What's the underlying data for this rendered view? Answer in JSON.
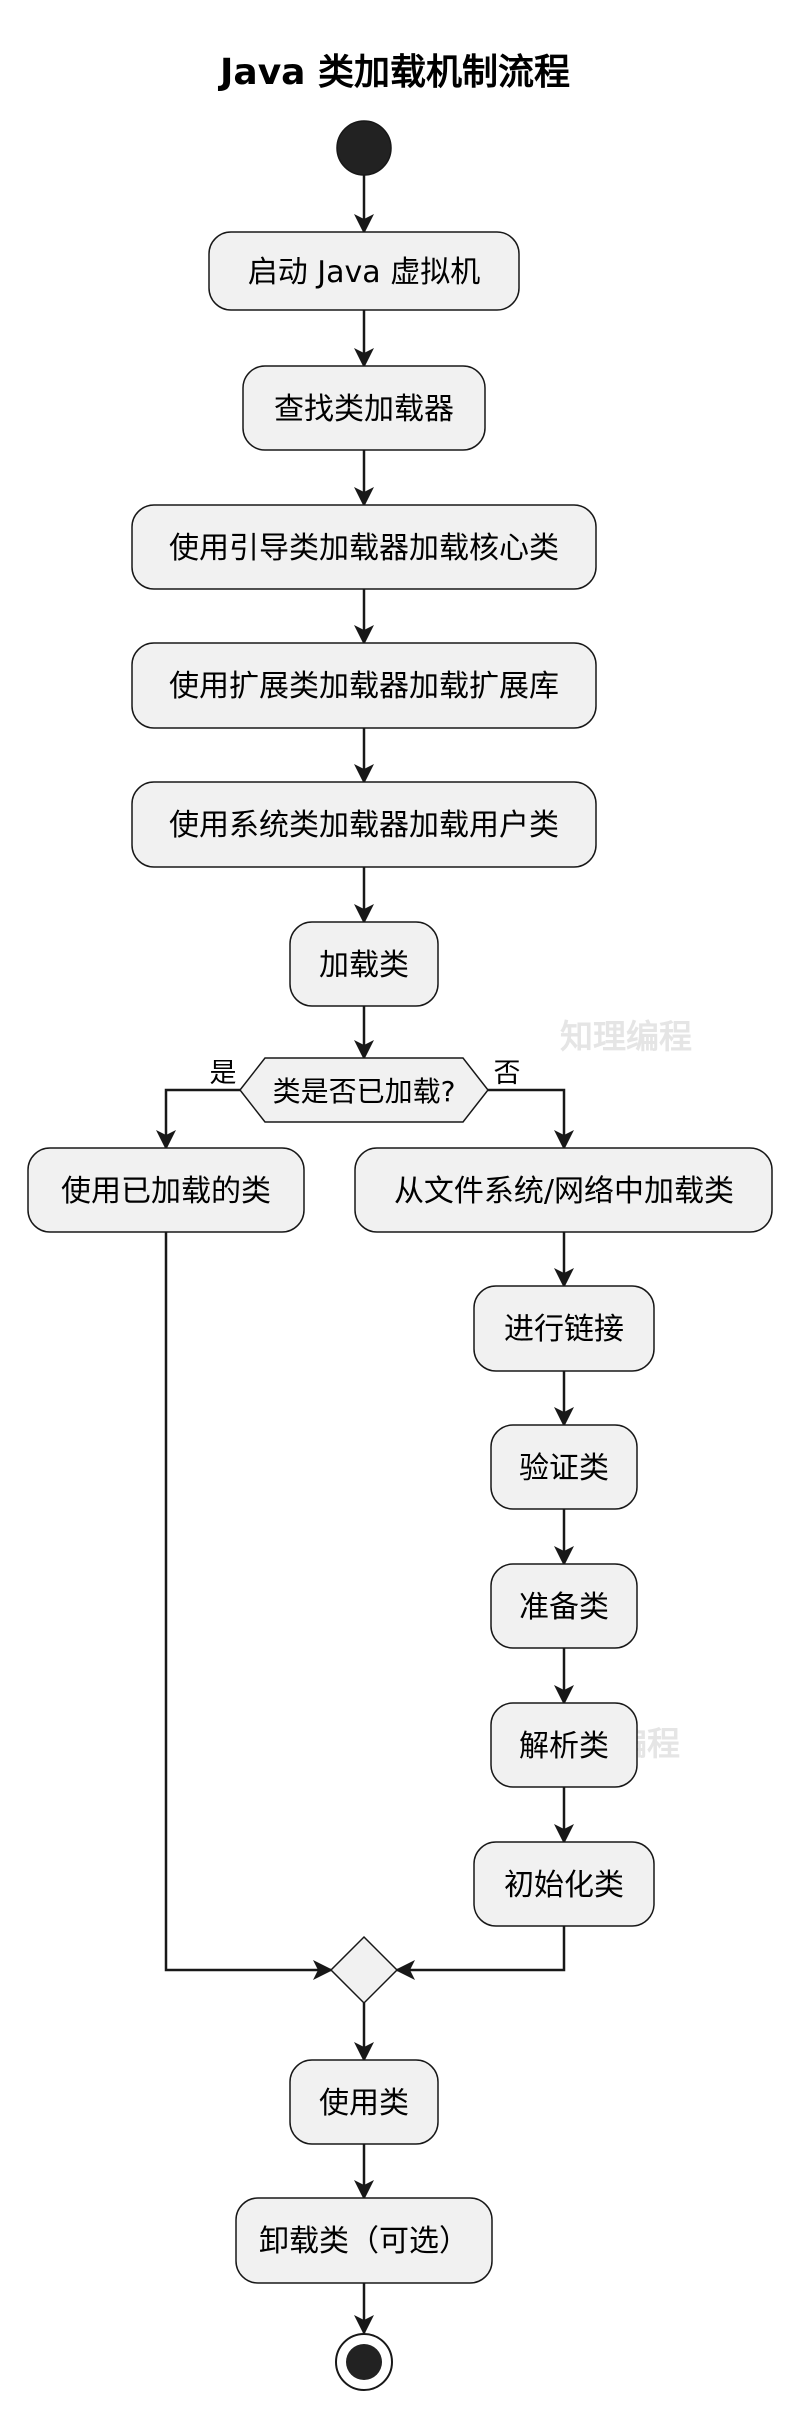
{
  "title": "Java 类加载机制流程",
  "nodes": {
    "start_jvm": "启动 Java 虚拟机",
    "find_loader": "查找类加载器",
    "bootstrap_loader": "使用引导类加载器加载核心类",
    "extension_loader": "使用扩展类加载器加载扩展库",
    "system_loader": "使用系统类加载器加载用户类",
    "load_class": "加载类",
    "is_loaded_decision": "类是否已加载?",
    "use_loaded": "使用已加载的类",
    "load_from_source": "从文件系统/网络中加载类",
    "linking": "进行链接",
    "verify": "验证类",
    "prepare": "准备类",
    "resolve": "解析类",
    "initialize": "初始化类",
    "use_class": "使用类",
    "unload_class": "卸载类（可选）"
  },
  "branches": {
    "yes": "是",
    "no": "否"
  },
  "watermarks": [
    "知理编程",
    "知理编程"
  ],
  "colors": {
    "node_fill": "#f1f1f1",
    "stroke": "#181818",
    "text": "#000000"
  }
}
